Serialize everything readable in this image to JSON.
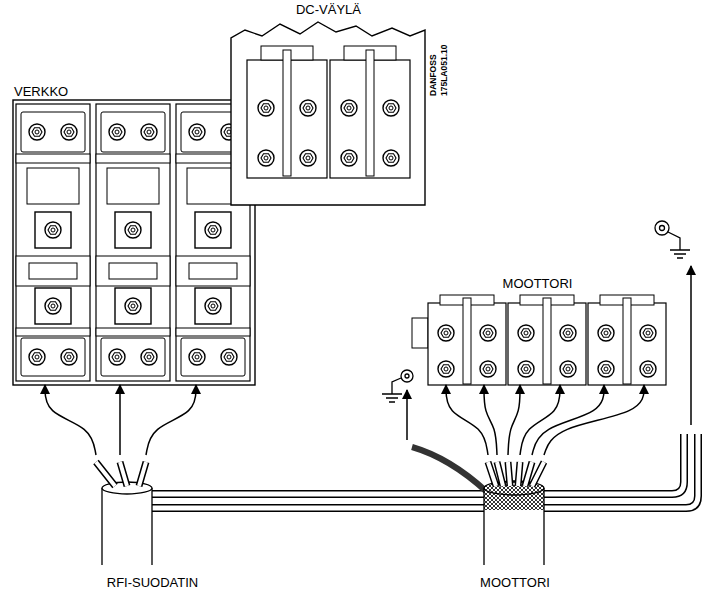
{
  "diagram": {
    "nodes": [
      {
        "text": [
          "VERKKO"
        ]
      },
      {
        "text": [
          "DC-VÄYLÄ"
        ]
      },
      {
        "text": [
          "MOOTTORI"
        ]
      },
      {
        "text": [
          "RFI-SUODATIN"
        ]
      },
      {
        "text": [
          "MOOTTORI"
        ]
      }
    ],
    "edges": [
      {
        "from": 3,
        "to": 0,
        "arrow": "to"
      },
      {
        "from": 3,
        "to": 0,
        "arrow": "to"
      },
      {
        "from": 3,
        "to": 0,
        "arrow": "to"
      },
      {
        "from": 4,
        "to": 2,
        "arrow": "to"
      },
      {
        "from": 4,
        "to": 2,
        "arrow": "to"
      },
      {
        "from": 4,
        "to": 2,
        "arrow": "to"
      },
      {
        "from": 4,
        "to": 2,
        "arrow": "to"
      },
      {
        "from": 4,
        "to": 2,
        "arrow": "to"
      },
      {
        "from": 4,
        "to": 2,
        "arrow": "to"
      }
    ],
    "labels": [
      "DANFOSS",
      "175LA051.10"
    ]
  }
}
